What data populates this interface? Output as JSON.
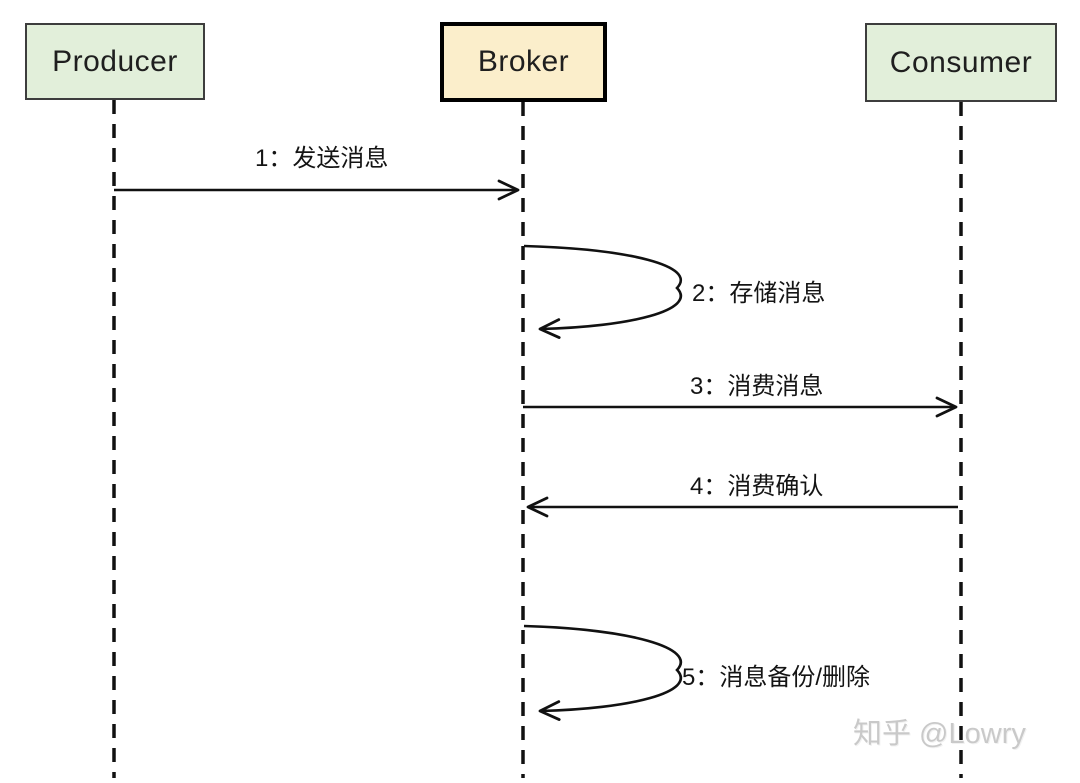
{
  "diagram": {
    "type": "sequence-diagram",
    "actors": [
      {
        "id": "producer",
        "label": "Producer",
        "fill": "#e2efda"
      },
      {
        "id": "broker",
        "label": "Broker",
        "fill": "#fbeecb"
      },
      {
        "id": "consumer",
        "label": "Consumer",
        "fill": "#e2efda"
      }
    ],
    "messages": [
      {
        "seq": 1,
        "label": "1：发送消息",
        "from": "producer",
        "to": "broker",
        "kind": "message"
      },
      {
        "seq": 2,
        "label": "2：存储消息",
        "from": "broker",
        "to": "broker",
        "kind": "self-loop"
      },
      {
        "seq": 3,
        "label": "3：消费消息",
        "from": "broker",
        "to": "consumer",
        "kind": "message"
      },
      {
        "seq": 4,
        "label": "4：消费确认",
        "from": "consumer",
        "to": "broker",
        "kind": "message"
      },
      {
        "seq": 5,
        "label": "5：消息备份/删除",
        "from": "broker",
        "to": "broker",
        "kind": "self-loop"
      }
    ],
    "watermark": "知乎 @Lowry",
    "colors": {
      "actor_green": "#e2efda",
      "broker_yellow": "#fbeecb",
      "line": "#111111",
      "watermark_gray": "#c9c9c9"
    }
  }
}
